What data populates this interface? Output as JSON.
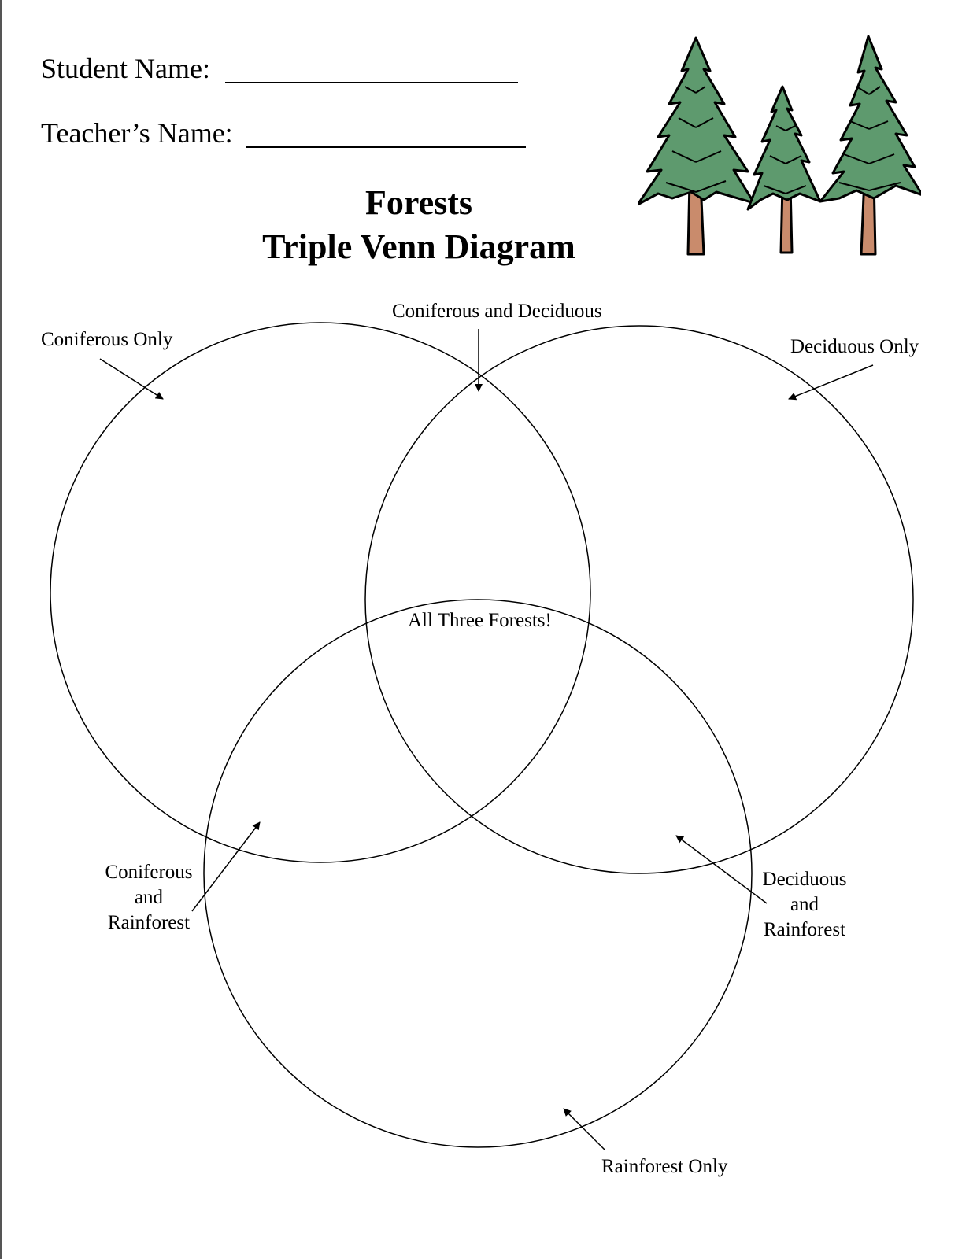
{
  "header": {
    "student_label": "Student Name:",
    "teacher_label": "Teacher’s Name:"
  },
  "title": {
    "line1": "Forests",
    "line2": "Triple Venn Diagram"
  },
  "venn": {
    "circles": [
      "Coniferous",
      "Deciduous",
      "Rainforest"
    ],
    "regions": {
      "coniferous_only": "Coniferous Only",
      "coniferous_deciduous": "Coniferous and Deciduous",
      "deciduous_only": "Deciduous Only",
      "all_three": "All Three Forests!",
      "coniferous_rainforest": [
        "Coniferous",
        "and",
        "Rainforest"
      ],
      "deciduous_rainforest": [
        "Deciduous",
        "and",
        "Rainforest"
      ],
      "rainforest_only": "Rainforest Only"
    }
  },
  "colors": {
    "tree_green": "#5e9a6e",
    "trunk_brown": "#c98b6c",
    "outline": "#000000"
  },
  "icons": [
    "pine-trees-icon"
  ]
}
